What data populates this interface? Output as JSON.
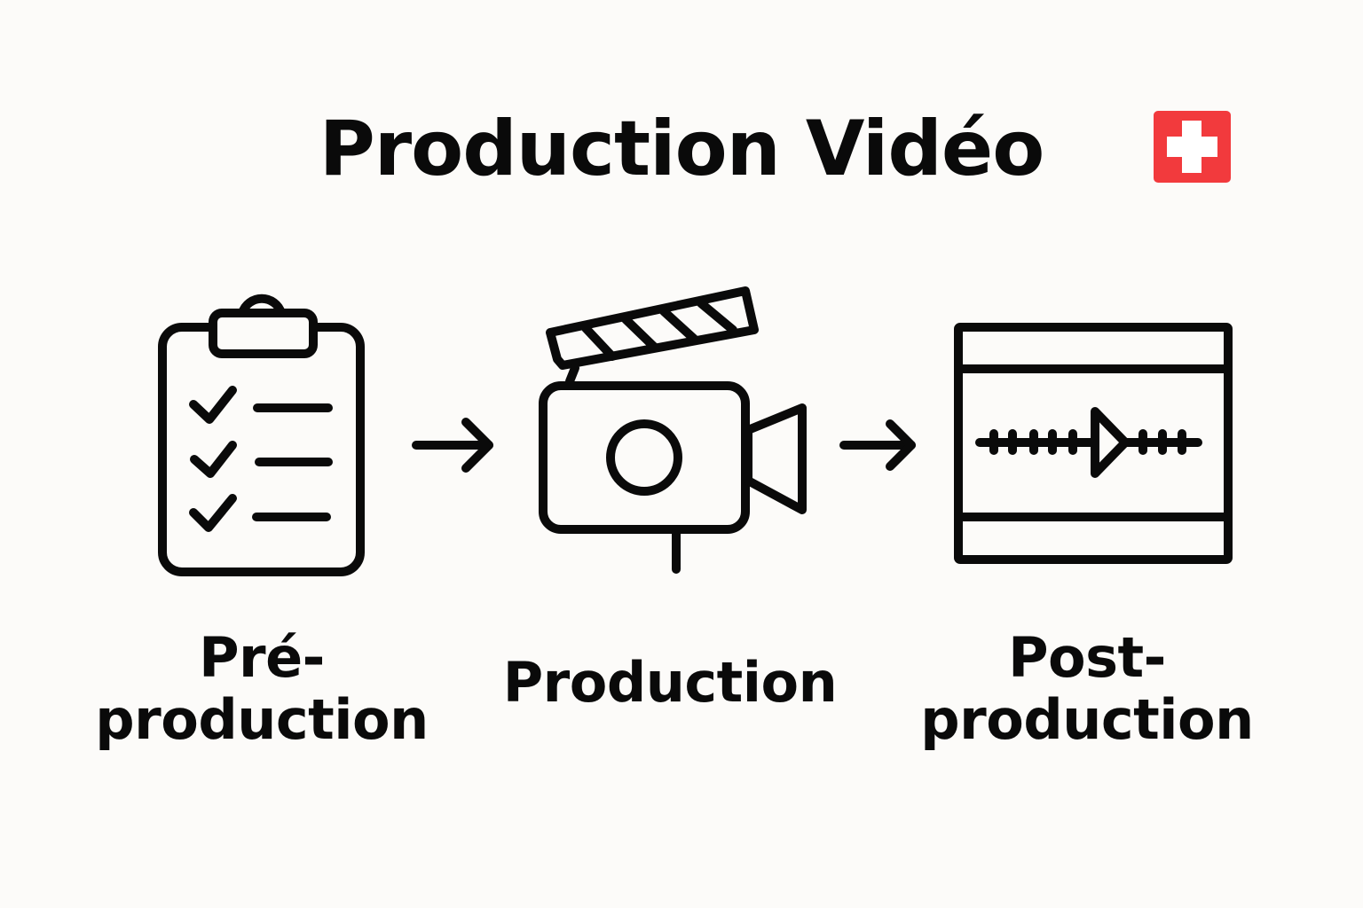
{
  "title": "Production Vidéo",
  "flag": {
    "icon": "swiss-flag-icon",
    "background": "#f23a3d",
    "cross": "#ffffff"
  },
  "stages": [
    {
      "icon": "clipboard-checklist-icon",
      "label_line1": "Pré-",
      "label_line2": "production"
    },
    {
      "icon": "film-camera-clapperboard-icon",
      "label_line1": "Production",
      "label_line2": ""
    },
    {
      "icon": "video-timeline-editor-icon",
      "label_line1": "Post-",
      "label_line2": "production"
    }
  ],
  "arrows": [
    "arrow-right-icon",
    "arrow-right-icon"
  ],
  "colors": {
    "background": "#fcfbf9",
    "stroke": "#0a0a0a",
    "accent": "#f23a3d"
  }
}
